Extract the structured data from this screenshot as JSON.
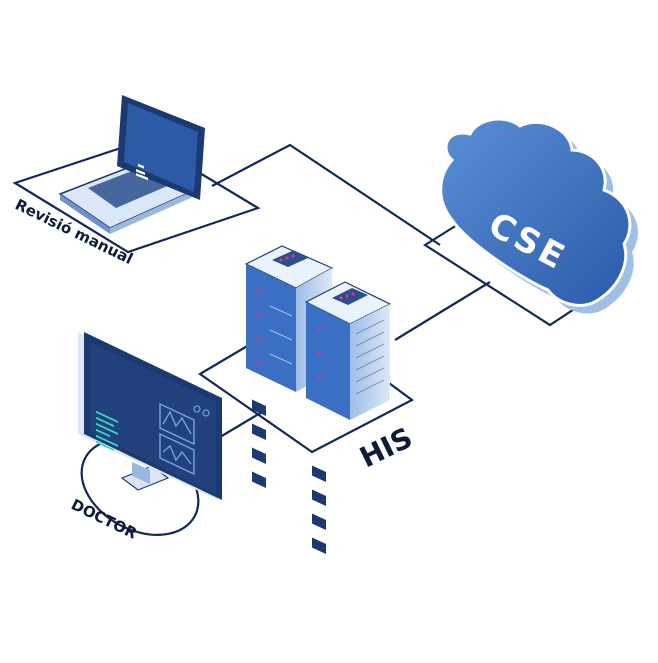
{
  "diagram": {
    "nodes": {
      "laptop": {
        "label": "Revisió manual",
        "icon": "laptop-icon"
      },
      "doctor": {
        "label": "DOCTOR",
        "icon": "monitor-icon"
      },
      "his": {
        "label": "HIS",
        "icon": "server-rack-icon"
      },
      "cloud": {
        "label": "CSE",
        "icon": "cloud-icon"
      }
    },
    "edges": [
      {
        "from": "laptop",
        "to": "cloud"
      },
      {
        "from": "his",
        "to": "cloud"
      },
      {
        "from": "doctor",
        "to": "his"
      }
    ],
    "colors": {
      "line": "#14275a",
      "dark_blue": "#1c3a72",
      "mid_blue": "#3b6fc4",
      "light_blue": "#cfe0f6",
      "screen_teal": "#34d6c9",
      "led_pink": "#e0347c"
    }
  }
}
